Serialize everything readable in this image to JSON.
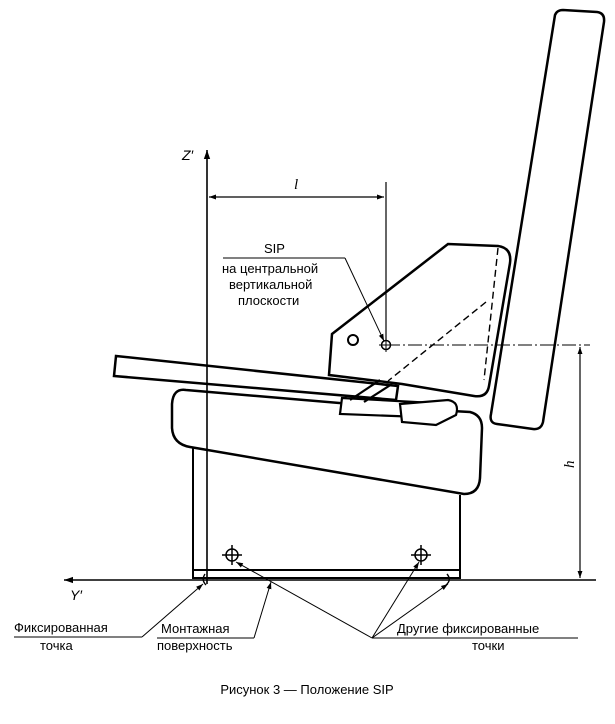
{
  "figure": {
    "axes": {
      "z_label": "Z′",
      "y_label": "Y′"
    },
    "dimensions": {
      "horizontal": "l",
      "vertical": "h"
    },
    "sip_label": {
      "line1": "SIP",
      "line2": "на центральной",
      "line3": "вертикальной",
      "line4": "плоскости"
    },
    "fixed_point": {
      "line1": "Фиксированная",
      "line2": "точка"
    },
    "mounting_surface": {
      "line1": "Монтажная",
      "line2": "поверхность"
    },
    "other_fixed_points": {
      "line1": "Другие фиксированные",
      "line2": "точки"
    },
    "caption": "Рисунок  3 — Положение SIP"
  }
}
